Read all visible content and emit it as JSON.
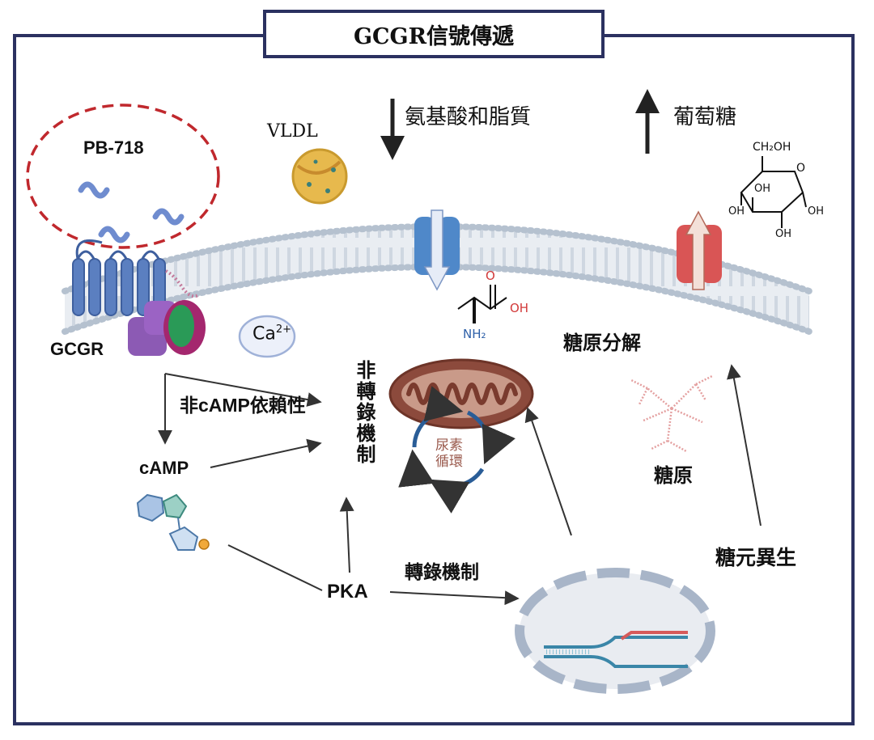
{
  "title": "GCGR信號傳遞",
  "labels": {
    "pb718": "PB-718",
    "vldl": "VLDL",
    "amino_lipid": "氨基酸和脂質",
    "glucose": "葡萄糖",
    "gcgr": "GCGR",
    "ca": "Ca",
    "ca_sup": "2+",
    "non_camp": "非cAMP依賴性",
    "camp": "cAMP",
    "non_transcription": "非轉錄機制",
    "urea_cycle_1": "尿素",
    "urea_cycle_2": "循環",
    "glycogenolysis": "糖原分解",
    "glycogen": "糖原",
    "pka": "PKA",
    "transcription": "轉錄機制",
    "gluconeogenesis": "糖元異生"
  },
  "glucose_structure": {
    "ch2oh": "CH₂OH",
    "o": "O",
    "oh_a": "OH",
    "oh_b": "OH",
    "oh_c": "OH",
    "oh_d": "OH"
  },
  "amino_structure": {
    "o": "O",
    "oh": "OH",
    "nh2": "NH₂"
  },
  "colors": {
    "frame": "#2b3160",
    "pb_circle": "#c0282d",
    "receptor": "#5b7fc0",
    "membrane": "#c9d3df",
    "channel_blue": "#4f88c9",
    "channel_red": "#d95555",
    "mito": "#8c4a3c",
    "cycle": "#2a5d97",
    "dna_blue": "#3a86a8",
    "dna_red": "#d65a5a"
  }
}
